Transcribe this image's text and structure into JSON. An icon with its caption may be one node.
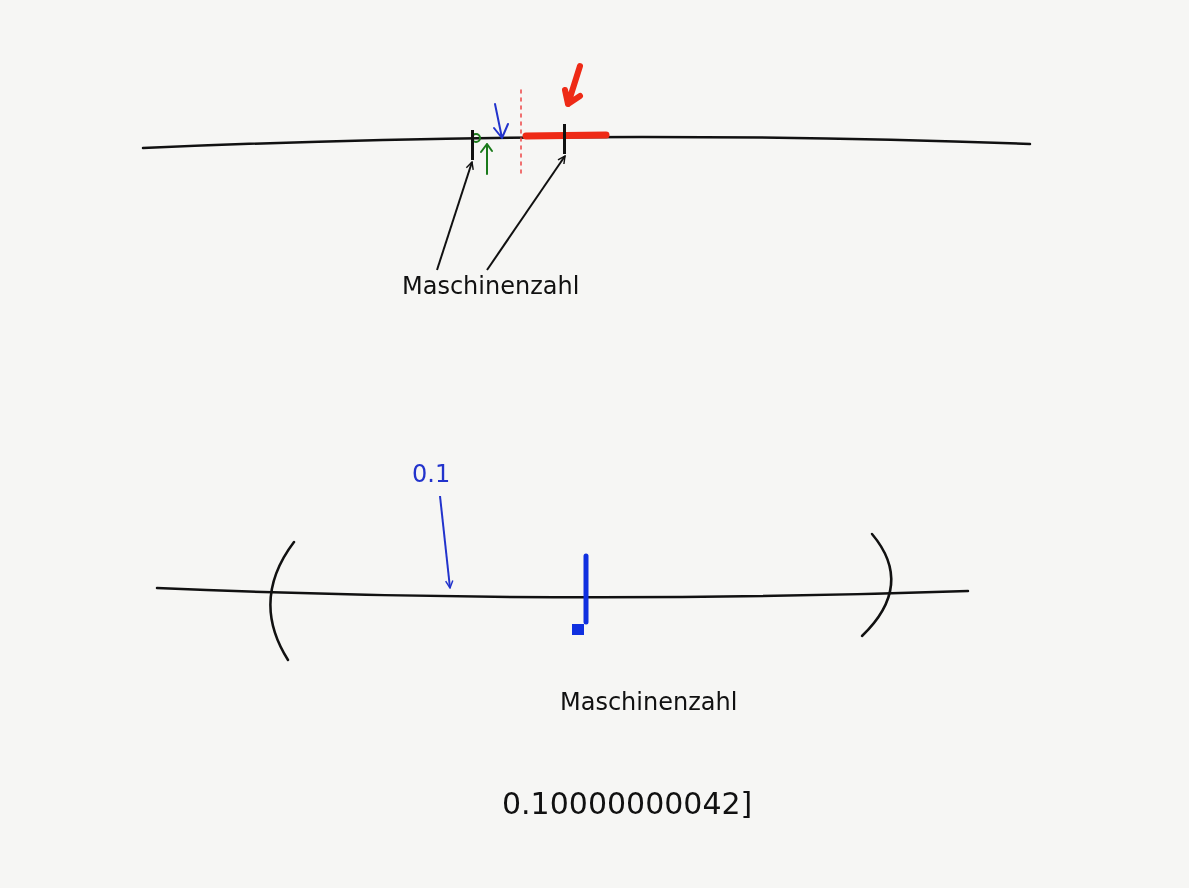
{
  "diagram": {
    "nodes": [
      {
        "text": [
          "Maschinenzahl"
        ]
      },
      {
        "text": [],
        "shape": "bar"
      },
      {
        "text": [],
        "shape": "bar"
      },
      {
        "text": [
          "0.1"
        ]
      }
    ],
    "edges": [
      {
        "from": 0,
        "to": 1,
        "arrow": "to"
      },
      {
        "from": 0,
        "to": 2,
        "arrow": "to"
      },
      {
        "from": 3,
        "to": null,
        "arrow": "to",
        "color": "#2233cc"
      }
    ],
    "labels": [
      "Maschinenzahl",
      "0.10000000042]"
    ]
  }
}
